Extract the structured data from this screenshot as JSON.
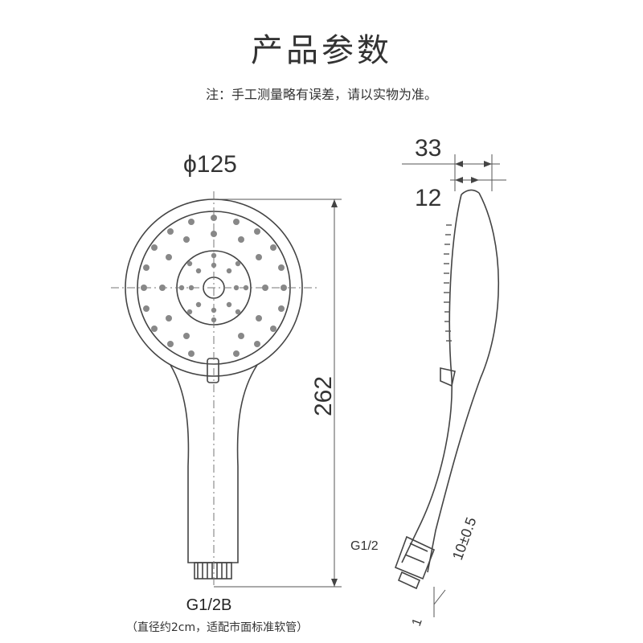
{
  "header": {
    "title": "产品参数",
    "note": "注：手工测量略有误差，请以实物为准。"
  },
  "front_view": {
    "diameter_label": "ϕ125",
    "length_label": "262",
    "connector_label": "G1/2B",
    "connector_note": "（直径约2cm，适配市面标准软管）"
  },
  "side_view": {
    "depth_label": "33",
    "face_offset_label": "12",
    "thread_label": "G1/2",
    "thread_length_label": "10±0.5",
    "bottom_label": "1"
  }
}
